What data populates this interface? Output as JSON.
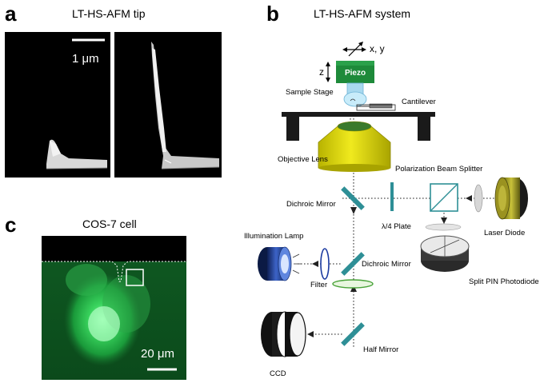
{
  "panels": {
    "a": {
      "letter": "a",
      "title": "LT-HS-AFM tip",
      "scale_bar": "1 μm"
    },
    "b": {
      "letter": "b",
      "title": "LT-HS-AFM system"
    },
    "c": {
      "letter": "c",
      "title": "COS-7 cell",
      "scale_bar": "20 μm"
    }
  },
  "labels": {
    "xy": "x, y",
    "z": "z",
    "piezo": "Piezo",
    "sample_stage": "Sample Stage",
    "cantilever": "Cantilever",
    "objective_lens": "Objective Lens",
    "pbs": "Polarization Beam Splitter",
    "dichroic_mirror_1": "Dichroic Mirror",
    "quarter_plate": "λ/4 Plate",
    "laser_diode": "Laser Diode",
    "illumination_lamp": "Illumination Lamp",
    "dichroic_mirror_2": "Dichroic Mirror",
    "filter": "Filter",
    "split_pin": "Split PIN Photodiode",
    "half_mirror": "Half Mirror",
    "ccd": "CCD"
  },
  "colors": {
    "piezo_green": "#1e8a3a",
    "objective_yellow": "#d6d000",
    "mirror_teal": "#2e8f96",
    "fluorescence_green": "#1fb244"
  }
}
